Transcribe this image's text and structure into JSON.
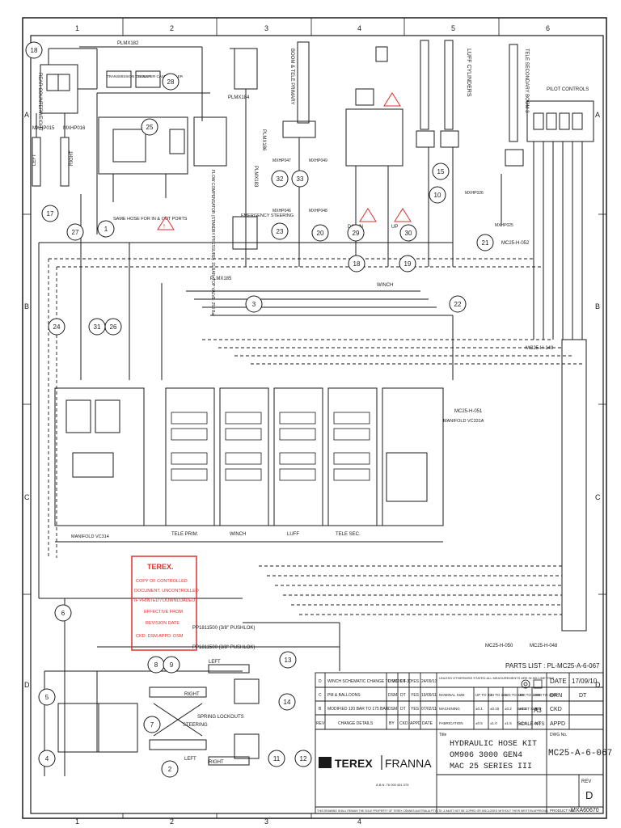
{
  "grid": {
    "columns": [
      "1",
      "2",
      "3",
      "4",
      "5",
      "6"
    ],
    "rows": [
      "A",
      "B",
      "C",
      "D"
    ]
  },
  "labels": {
    "rear_counterweight": "REAR COUNTERWEIGHT",
    "plmx182": "PLMX182",
    "transmission_cooler": "TRANSMISSION COOLER",
    "transfer_case_cooler": "TRANSFER CASE COOLER",
    "plmx184": "PLMX184",
    "plmx186": "PLMX186",
    "plmx183": "PLMX183",
    "plmx185": "PLMX185",
    "boom_tele_primary": "BOOM & TELE PRIMARY",
    "winch": "WINCH",
    "luff_cylinders": "LUFF CYLINDERS",
    "tele_secondary": "TELE SECONDARY BOOM 3",
    "pilot_controls": "PILOT CONTROLS",
    "emergency_steering": "EMERGENCY STEERING",
    "down": "DOWN",
    "up": "UP",
    "same_hose": "SAME HOSE FOR IN & OUT PORTS",
    "flow_compensator": "FLOW COMPENSATOR (STANDBY PRESSURE): 15 BAR; TOP VALVE: 250 Bar",
    "manifold_left": "MANIFOLD VC314",
    "manifold_right": "MANIFOLD VC331A",
    "section_tele_prim": "TELE PRIM.",
    "section_winch": "WINCH",
    "section_luff": "LUFF",
    "section_tele_sec": "TELE SEC.",
    "pushlok_1": "PP1811500 (3/8\" PUSHLOK)",
    "pushlok_2": "PP1811500 (3/8\" PUSHLOK)",
    "left_top": "LEFT",
    "left_bottom": "LEFT",
    "right_top": "RIGHT",
    "right_bottom": "RIGHT",
    "steering": "STEERING",
    "spring_lockouts": "SPRING LOCKOUTS",
    "mc25_h_052": "MC25-H-052",
    "mc25_h_149": "MC25-H-149",
    "mc25_h_051": "MC25-H-051",
    "mc25_h_050": "MC25-H-050",
    "mc25_h_048": "MC25-H-048",
    "mxhp015": "MXHP015",
    "mxhp016": "MXHP016",
    "mxhp025": "MXHP025",
    "mxhp026": "MXHP026",
    "mxhp046": "MXHP046",
    "mxhp047": "MXHP047",
    "mxhp048": "MXHP048",
    "mxhp049": "MXHP049"
  },
  "balloons": [
    "18",
    "28",
    "25",
    "27",
    "1",
    "17",
    "32",
    "33",
    "23",
    "20",
    "29",
    "30",
    "18",
    "19",
    "15",
    "10",
    "21",
    "22",
    "24",
    "31",
    "26",
    "3",
    "6",
    "8",
    "9",
    "13",
    "14",
    "5",
    "7",
    "4",
    "11",
    "12",
    "2"
  ],
  "stamp": {
    "brand": "TEREX.",
    "line1": "COPY OF CONTROLLED",
    "line2": "DOCUMENT. UNCONTROLLED",
    "line3": "IF PRINTED / DOWNLOADED",
    "line4": "EFFECTIVE FROM",
    "line5": "REVISION DATE",
    "line6": "CKD: DSM  APPD: DSM"
  },
  "parts_list": "PARTS LIST : PL-MC25-A-6-067",
  "revisions": [
    {
      "rev": "D",
      "details": "WINCH SCHEMATIC CHANGE TO VC26 8-30",
      "by": "DSM",
      "ckd": "DT",
      "appd": "YES",
      "date": "24/09/13"
    },
    {
      "rev": "C",
      "details": "PM & BALLOONS",
      "by": "DSM",
      "ckd": "DT",
      "appd": "YES",
      "date": "19/09/11"
    },
    {
      "rev": "B",
      "details": "MODIFIED 120 BAR TO 175 BAR",
      "by": "DSM",
      "ckd": "DT",
      "appd": "YES",
      "date": "07/02/11"
    },
    {
      "rev": "REV",
      "details": "CHANGE DETAILS",
      "by": "BY",
      "ckd": "CKD",
      "appd": "APPD",
      "date": "DATE"
    }
  ],
  "tolerances": {
    "note": "UNLESS OTHERWISE STATED ALL MEASUREMENTS ARE IN MILLIMETRES",
    "rows": [
      {
        "label": "NOMINAL SIZE",
        "c1": "UP TO 30",
        "c2": "30 TO 120",
        "c3": "120 TO 400",
        "c4": "400 TO 1000",
        "c5": "1000 TO 2000"
      },
      {
        "label": "MACHINING",
        "c1": "±0.1",
        "c2": "±0.15",
        "c3": "±0.2",
        "c4": "±0.3",
        "c5": "±0.5"
      },
      {
        "label": "FABRICATION",
        "c1": "±0.5",
        "c2": "±1.0",
        "c3": "±1.5",
        "c4": "±2.0",
        "c5": "±3.0"
      }
    ]
  },
  "title_block": {
    "date_label": "DATE",
    "date_value": "17/09/10",
    "drn_label": "DRN",
    "drn_value": "DT",
    "ckd_label": "CKD",
    "appd_label": "APPD",
    "sheet_size_label": "SHEET SIZE",
    "sheet_size_value": "A3",
    "scale_label": "SCALE NTS",
    "title_label": "Title",
    "title_line1": "HYDRAULIC HOSE KIT",
    "title_line2": "OM906 3000 GEN4",
    "title_line3": "MAC 25 SERIES III",
    "brand_left": "TEREX",
    "brand_right": "FRANNA",
    "dwg_label": "DWG No.",
    "dwg_no": "MC25-A-6-067",
    "rev_label": "REV",
    "rev_value": "D",
    "product_label": "PRODUCT No.",
    "product_no": "MXA60670",
    "abn": "A.B.N. 76 000 451 075",
    "footer": "THIS DRAWING SHALL REMAIN THE SOLE PROPERTY OF TEREX CRANES AUSTRALIA PTY LTD. & MUST NOT BE COPIED OR DISCLOSED WITHOUT THEIR WRITTEN APPROVAL"
  },
  "colors": {
    "ink": "#1a1a1a",
    "stamp_red": "#e0302c",
    "warn_red": "#d93030",
    "paper": "#ffffff"
  }
}
